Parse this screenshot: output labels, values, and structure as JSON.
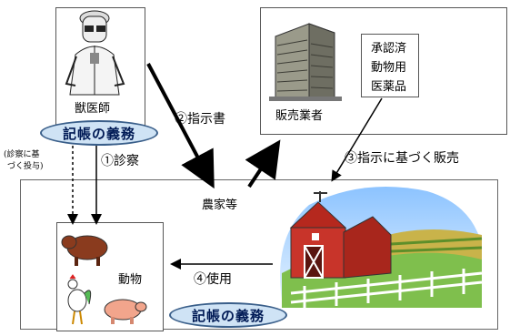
{
  "vet": {
    "label": "獣医師"
  },
  "seller": {
    "label": "販売業者"
  },
  "drug": {
    "label": "承認済動物用医薬品",
    "lines": [
      "承認済",
      "動物用",
      "医薬品"
    ]
  },
  "farm": {
    "label": "農家等"
  },
  "animals": {
    "label": "動物"
  },
  "record_duty_top": "記帳の義務",
  "record_duty_bottom": "記帳の義務",
  "steps": {
    "diagnosis": "①診察",
    "instruction": "②指示書",
    "sale": "③指示に基づく販売",
    "use": "④使用"
  },
  "side_note": {
    "lines": [
      "(診察に基",
      "づく投与)"
    ]
  }
}
